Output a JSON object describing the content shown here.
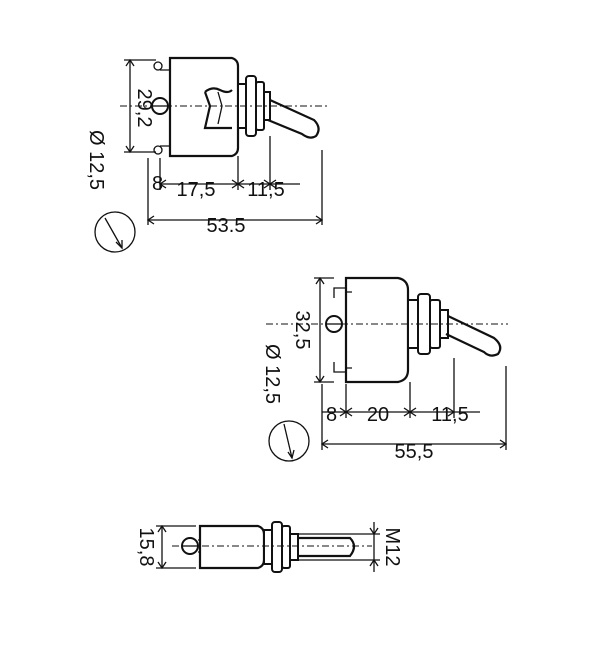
{
  "switch_a": {
    "height": "29,2",
    "hole": "Ø 12,5",
    "offset": "8",
    "body_len": "17,5",
    "bushing_len": "11,5",
    "total": "53.5"
  },
  "switch_b": {
    "height": "32,5",
    "hole": "Ø 12,5",
    "offset": "8",
    "body_len": "20",
    "bushing_len": "11,5",
    "total": "55,5"
  },
  "switch_c": {
    "height": "15,8",
    "thread": "M12"
  }
}
